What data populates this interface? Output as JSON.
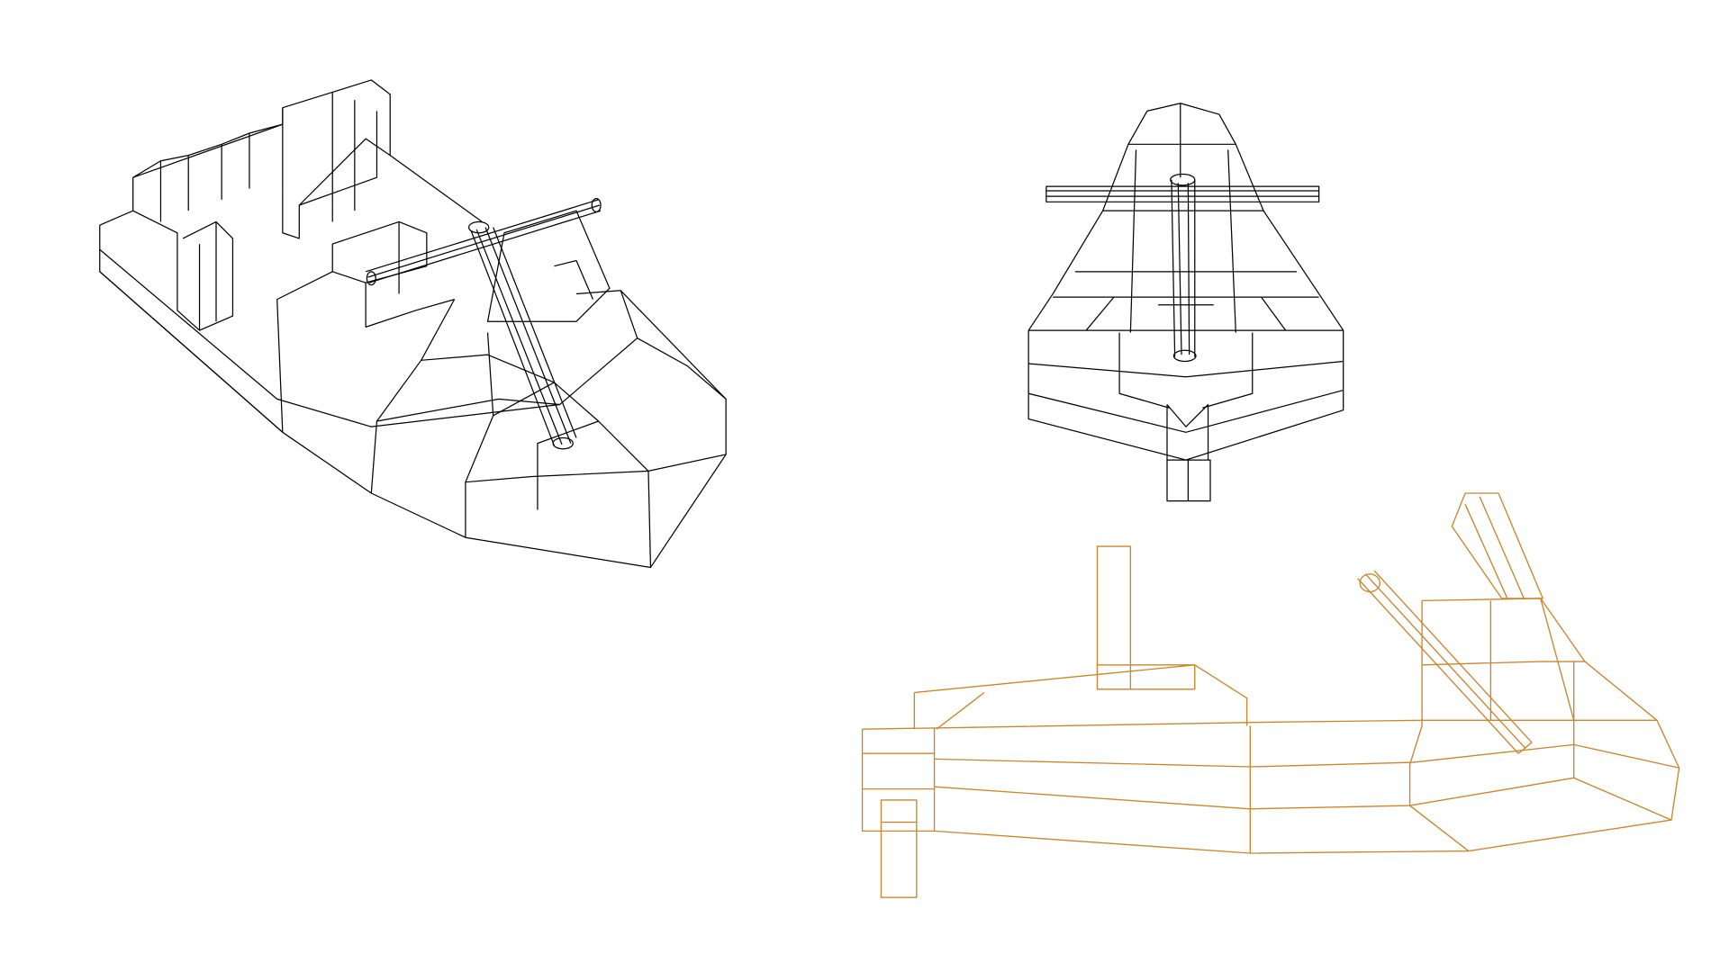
{
  "views": [
    {
      "id": "isometric",
      "color": "#000000"
    },
    {
      "id": "front",
      "color": "#000000"
    },
    {
      "id": "side",
      "color": "#c8862e"
    }
  ],
  "background": "#ffffff"
}
